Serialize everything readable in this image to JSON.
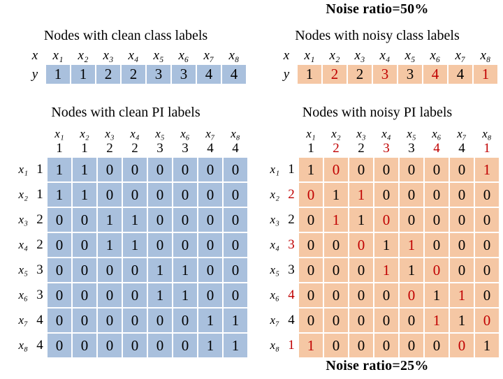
{
  "colors": {
    "clean_bg": "#a9c0dd",
    "noisy_bg": "#f5c7a4",
    "noise_text": "#c00000",
    "normal_text": "#000000"
  },
  "left": {
    "class_section": {
      "title": "Nodes with clean class labels",
      "row_x_label": "x",
      "row_y_label": "y",
      "x_headers": [
        "x₁",
        "x₂",
        "x₃",
        "x₄",
        "x₅",
        "x₆",
        "x₇",
        "x₈"
      ],
      "y_values": [
        "1",
        "1",
        "2",
        "2",
        "3",
        "3",
        "4",
        "4"
      ],
      "y_noisy_flags": [
        false,
        false,
        false,
        false,
        false,
        false,
        false,
        false
      ]
    },
    "pi_section": {
      "title": "Nodes with clean PI labels",
      "col_x_headers": [
        "x₁",
        "x₂",
        "x₃",
        "x₄",
        "x₅",
        "x₆",
        "x₇",
        "x₈"
      ],
      "col_y_headers": [
        "1",
        "1",
        "2",
        "2",
        "3",
        "3",
        "4",
        "4"
      ],
      "col_y_noisy_flags": [
        false,
        false,
        false,
        false,
        false,
        false,
        false,
        false
      ],
      "row_x_headers": [
        "x₁",
        "x₂",
        "x₃",
        "x₄",
        "x₅",
        "x₆",
        "x₇",
        "x₈"
      ],
      "row_y_headers": [
        "1",
        "1",
        "2",
        "2",
        "3",
        "3",
        "4",
        "4"
      ],
      "row_y_noisy_flags": [
        false,
        false,
        false,
        false,
        false,
        false,
        false,
        false
      ],
      "matrix": [
        [
          "1",
          "1",
          "0",
          "0",
          "0",
          "0",
          "0",
          "0"
        ],
        [
          "1",
          "1",
          "0",
          "0",
          "0",
          "0",
          "0",
          "0"
        ],
        [
          "0",
          "0",
          "1",
          "1",
          "0",
          "0",
          "0",
          "0"
        ],
        [
          "0",
          "0",
          "1",
          "1",
          "0",
          "0",
          "0",
          "0"
        ],
        [
          "0",
          "0",
          "0",
          "0",
          "1",
          "1",
          "0",
          "0"
        ],
        [
          "0",
          "0",
          "0",
          "0",
          "1",
          "1",
          "0",
          "0"
        ],
        [
          "0",
          "0",
          "0",
          "0",
          "0",
          "0",
          "1",
          "1"
        ],
        [
          "0",
          "0",
          "0",
          "0",
          "0",
          "0",
          "1",
          "1"
        ]
      ],
      "noisy_mask": [
        [
          0,
          0,
          0,
          0,
          0,
          0,
          0,
          0
        ],
        [
          0,
          0,
          0,
          0,
          0,
          0,
          0,
          0
        ],
        [
          0,
          0,
          0,
          0,
          0,
          0,
          0,
          0
        ],
        [
          0,
          0,
          0,
          0,
          0,
          0,
          0,
          0
        ],
        [
          0,
          0,
          0,
          0,
          0,
          0,
          0,
          0
        ],
        [
          0,
          0,
          0,
          0,
          0,
          0,
          0,
          0
        ],
        [
          0,
          0,
          0,
          0,
          0,
          0,
          0,
          0
        ],
        [
          0,
          0,
          0,
          0,
          0,
          0,
          0,
          0
        ]
      ]
    },
    "banner_top": "",
    "banner_bottom": ""
  },
  "right": {
    "banner_top": "Noise ratio=50%",
    "banner_bottom": "Noise ratio=25%",
    "class_section": {
      "title": "Nodes with noisy class labels",
      "row_x_label": "x",
      "row_y_label": "y",
      "x_headers": [
        "x₁",
        "x₂",
        "x₃",
        "x₄",
        "x₅",
        "x₆",
        "x₇",
        "x₈"
      ],
      "y_values": [
        "1",
        "2",
        "2",
        "3",
        "3",
        "4",
        "4",
        "1"
      ],
      "y_noisy_flags": [
        false,
        true,
        false,
        true,
        false,
        true,
        false,
        true
      ]
    },
    "pi_section": {
      "title": "Nodes with noisy PI labels",
      "col_x_headers": [
        "x₁",
        "x₂",
        "x₃",
        "x₄",
        "x₅",
        "x₆",
        "x₇",
        "x₈"
      ],
      "col_y_headers": [
        "1",
        "2",
        "2",
        "3",
        "3",
        "4",
        "4",
        "1"
      ],
      "col_y_noisy_flags": [
        false,
        true,
        false,
        true,
        false,
        true,
        false,
        true
      ],
      "row_x_headers": [
        "x₁",
        "x₂",
        "x₃",
        "x₄",
        "x₅",
        "x₆",
        "x₇",
        "x₈"
      ],
      "row_y_headers": [
        "1",
        "2",
        "2",
        "3",
        "3",
        "4",
        "4",
        "1"
      ],
      "row_y_noisy_flags": [
        false,
        true,
        false,
        true,
        false,
        true,
        false,
        true
      ],
      "matrix": [
        [
          "1",
          "0",
          "0",
          "0",
          "0",
          "0",
          "0",
          "1"
        ],
        [
          "0",
          "1",
          "1",
          "0",
          "0",
          "0",
          "0",
          "0"
        ],
        [
          "0",
          "1",
          "1",
          "0",
          "0",
          "0",
          "0",
          "0"
        ],
        [
          "0",
          "0",
          "0",
          "1",
          "1",
          "0",
          "0",
          "0"
        ],
        [
          "0",
          "0",
          "0",
          "1",
          "1",
          "0",
          "0",
          "0"
        ],
        [
          "0",
          "0",
          "0",
          "0",
          "0",
          "1",
          "1",
          "0"
        ],
        [
          "0",
          "0",
          "0",
          "0",
          "0",
          "1",
          "1",
          "0"
        ],
        [
          "1",
          "0",
          "0",
          "0",
          "0",
          "0",
          "0",
          "1"
        ]
      ],
      "noisy_mask": [
        [
          0,
          1,
          0,
          0,
          0,
          0,
          0,
          1
        ],
        [
          1,
          0,
          1,
          0,
          0,
          0,
          0,
          0
        ],
        [
          0,
          1,
          0,
          1,
          0,
          0,
          0,
          0
        ],
        [
          0,
          0,
          1,
          0,
          1,
          0,
          0,
          0
        ],
        [
          0,
          0,
          0,
          1,
          0,
          1,
          0,
          0
        ],
        [
          0,
          0,
          0,
          0,
          1,
          0,
          1,
          0
        ],
        [
          0,
          0,
          0,
          0,
          0,
          1,
          0,
          1
        ],
        [
          1,
          0,
          0,
          0,
          0,
          0,
          1,
          0
        ]
      ]
    }
  }
}
